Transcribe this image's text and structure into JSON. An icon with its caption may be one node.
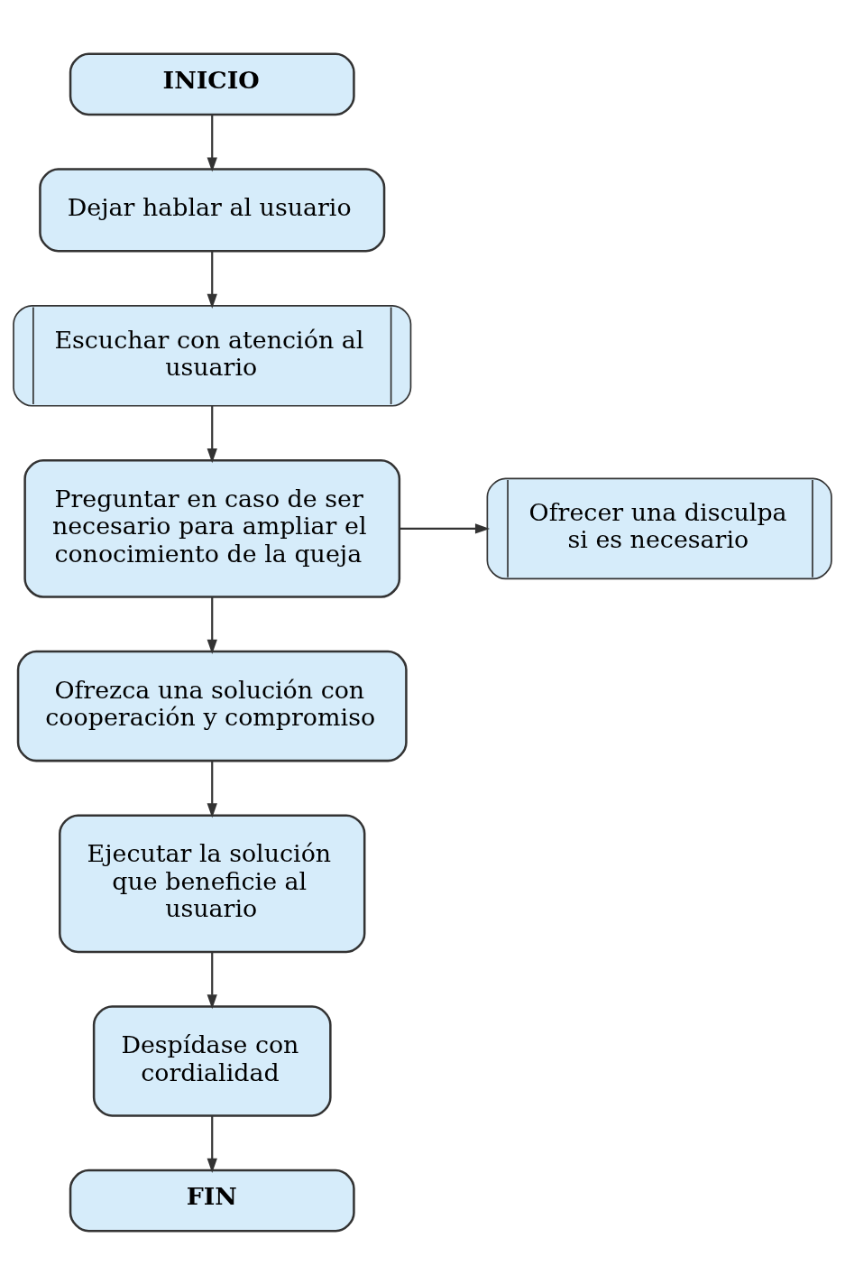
{
  "diagram": {
    "nodes": [
      {
        "text": [
          "INICIO"
        ]
      },
      {
        "text": [
          "Dejar hablar al usuario"
        ]
      },
      {
        "text": [
          "Escuchar con atención al usuario"
        ]
      },
      {
        "text": [
          "Preguntar en caso de ser necesario para ampliar el conocimiento de la queja"
        ]
      },
      {
        "text": [
          "Ofrecer una disculpa si es necesario"
        ]
      },
      {
        "text": [
          "Ofrezca una solución con cooperación y compromiso"
        ]
      },
      {
        "text": [
          "Ejecutar la solución que beneficie al usuario"
        ]
      },
      {
        "text": [
          "Despídase con cordialidad"
        ]
      },
      {
        "text": [
          "FIN"
        ]
      }
    ],
    "edges": [
      {
        "from": 0,
        "to": 1,
        "arrow": "to"
      },
      {
        "from": 1,
        "to": 2,
        "arrow": "to"
      },
      {
        "from": 2,
        "to": 3,
        "arrow": "to"
      },
      {
        "from": 3,
        "to": 4,
        "arrow": "to"
      },
      {
        "from": 3,
        "to": 5,
        "arrow": "to"
      },
      {
        "from": 5,
        "to": 6,
        "arrow": "to"
      },
      {
        "from": 6,
        "to": 7,
        "arrow": "to"
      },
      {
        "from": 7,
        "to": 8,
        "arrow": "to"
      }
    ]
  }
}
